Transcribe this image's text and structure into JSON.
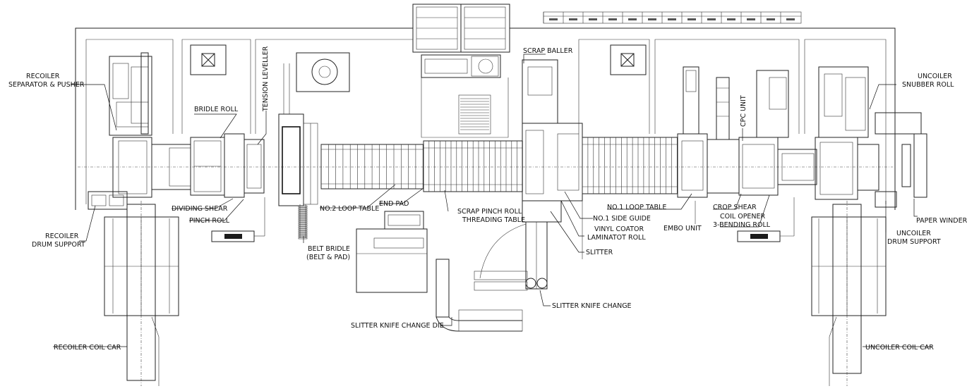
{
  "labels": {
    "recoiler_separator": [
      "RECOILER",
      "SEPARATOR & PUSHER"
    ],
    "bridle_roll": "BRIDLE ROLL",
    "tension_leveller": "TENSION LEVELLER",
    "dividing_shear": "DIVIDING SHEAR",
    "pinch_roll": "PINCH ROLL",
    "recoiler_drum_support": [
      "RECOILER",
      "DRUM SUPPORT"
    ],
    "belt_bridle": [
      "BELT BRIDLE",
      "(BELT & PAD)"
    ],
    "no2_loop_table": "NO.2 LOOP TABLE",
    "end_pad": "END PAD",
    "scrap_pinch_roll": [
      "SCRAP PINCH ROLL",
      "THREADING TABLE"
    ],
    "scrap_baller": "SCRAP BALLER",
    "no1_side_guide": "NO.1 SIDE GUIDE",
    "vinyl_coator": [
      "VINYL COATOR",
      "LAMINATOT ROLL"
    ],
    "slitter": "SLITTER",
    "no1_loop_table": "NO.1 LOOP TABLE",
    "embo_unit": "EMBO UNIT",
    "crop_shear": "CROP SHEAR",
    "coil_opener": [
      "COIL OPENER",
      "3-BENDING ROLL"
    ],
    "cpc_unit": "CPC UNIT",
    "uncoiler_snubber": [
      "UNCOILER",
      "SNUBBER ROLL"
    ],
    "paper_winder": "PAPER WINDER",
    "uncoiler_drum_support": [
      "UNCOILER",
      "DRUM SUPPORT"
    ],
    "slitter_knife_change": "SLITTER KNIFE CHANGE",
    "slitter_knife_change_die": "SLITTER KNIFE CHANGE DIE",
    "recoiler_coil_car": "RECOILER COIL CAR",
    "uncoiler_coil_car": "UNCOILER COIL CAR"
  }
}
